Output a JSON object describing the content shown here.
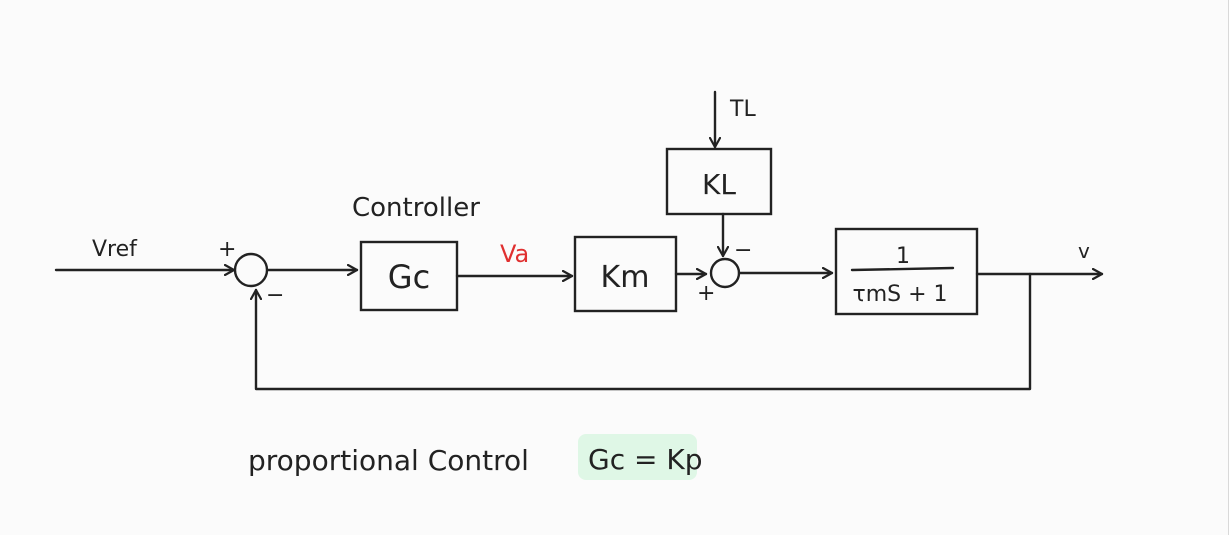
{
  "diagram": {
    "signals": {
      "v_ref": "Vref",
      "v_a": "Va",
      "t_l": "TL",
      "v_out": "v"
    },
    "blocks": {
      "controller_title": "Controller",
      "gc": "Gc",
      "km": "Km",
      "kl": "KL",
      "plant_numerator": "1",
      "plant_denominator": "τmS + 1"
    },
    "signs": {
      "sum1_plus": "+",
      "sum1_minus": "−",
      "sum2_plus": "+",
      "sum2_minus": "−"
    },
    "footer": {
      "caption": "proportional Control",
      "equation": "Gc = Kp"
    },
    "colors": {
      "ink": "#222222",
      "highlight_signal": "#e03030",
      "equation_highlight": "#dff7e6"
    }
  }
}
